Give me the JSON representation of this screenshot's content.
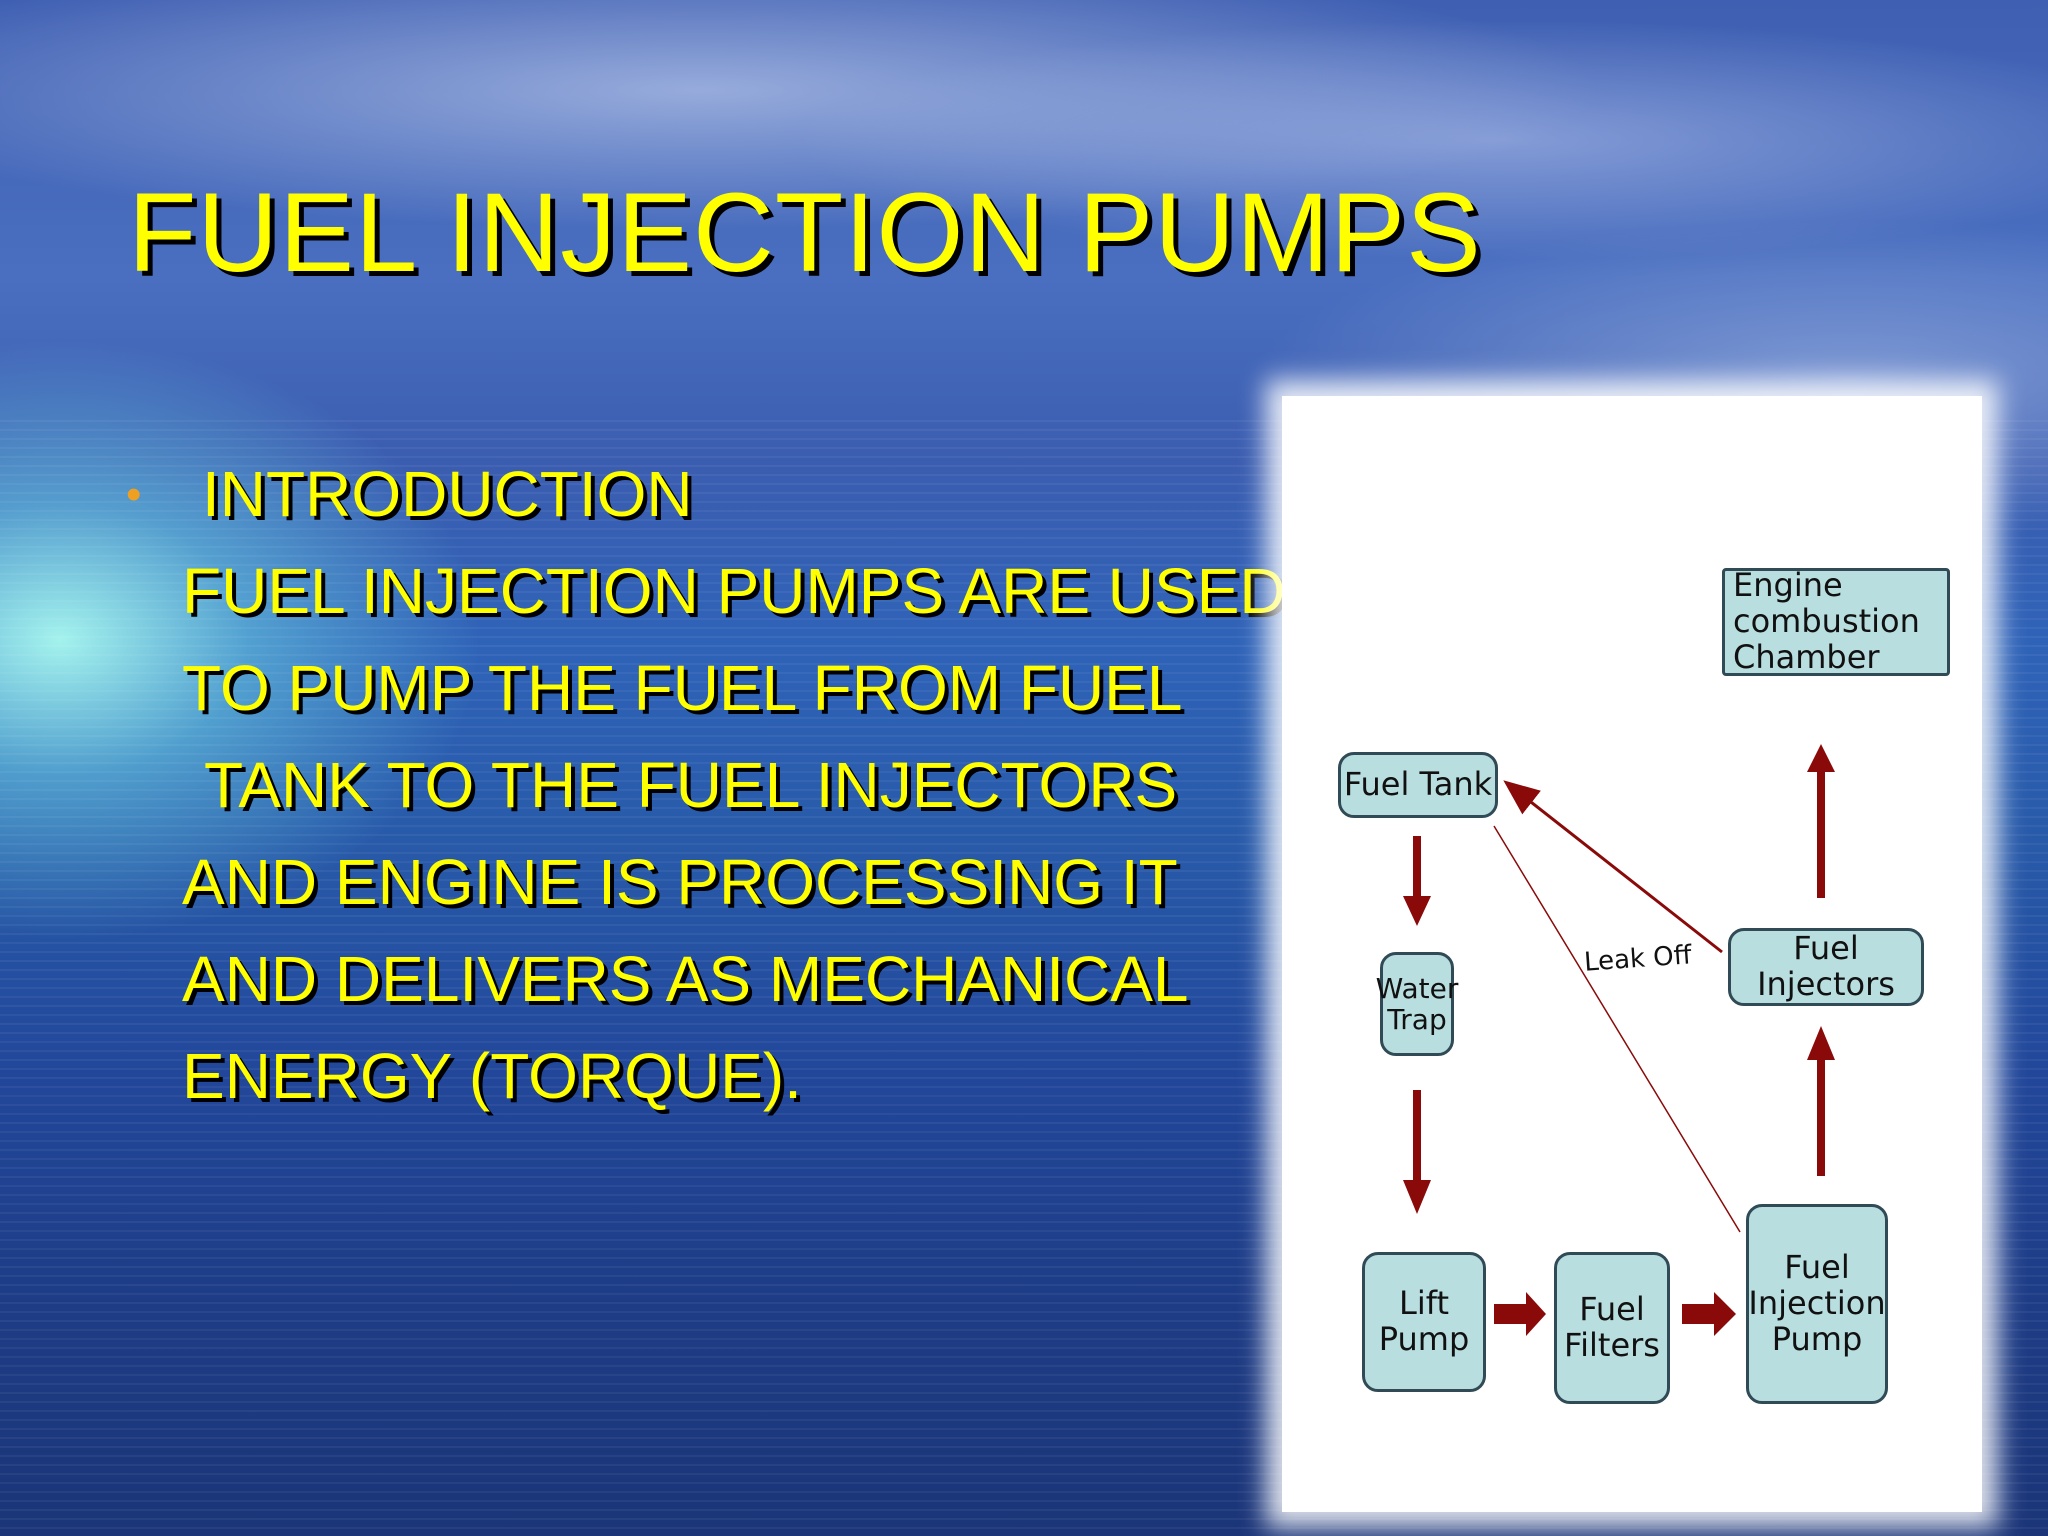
{
  "slide": {
    "title": "FUEL INJECTION PUMPS",
    "bullet": "INTRODUCTION",
    "paragraph_lines": [
      "FUEL INJECTION PUMPS ARE USED",
      "TO PUMP THE FUEL FROM FUEL",
      "TANK TO THE FUEL INJECTORS",
      "AND ENGINE IS PROCESSING IT",
      "AND DELIVERS AS MECHANICAL",
      "ENERGY (TORQUE)."
    ],
    "colors": {
      "text": "#ffff00",
      "bullet": "#f0a020",
      "box_fill": "#b9dee0",
      "arrow": "#8a0a0a"
    }
  },
  "diagram": {
    "boxes": {
      "fuel_tank": "Fuel Tank",
      "water_trap": "Water Trap",
      "lift_pump": "Lift Pump",
      "fuel_filters": "Fuel Filters",
      "fuel_injection_pump": "Fuel Injection Pump",
      "fuel_injectors": "Fuel Injectors",
      "engine_combustion_chamber": "Engine combustion Chamber"
    },
    "leak_label": "Leak Off"
  }
}
